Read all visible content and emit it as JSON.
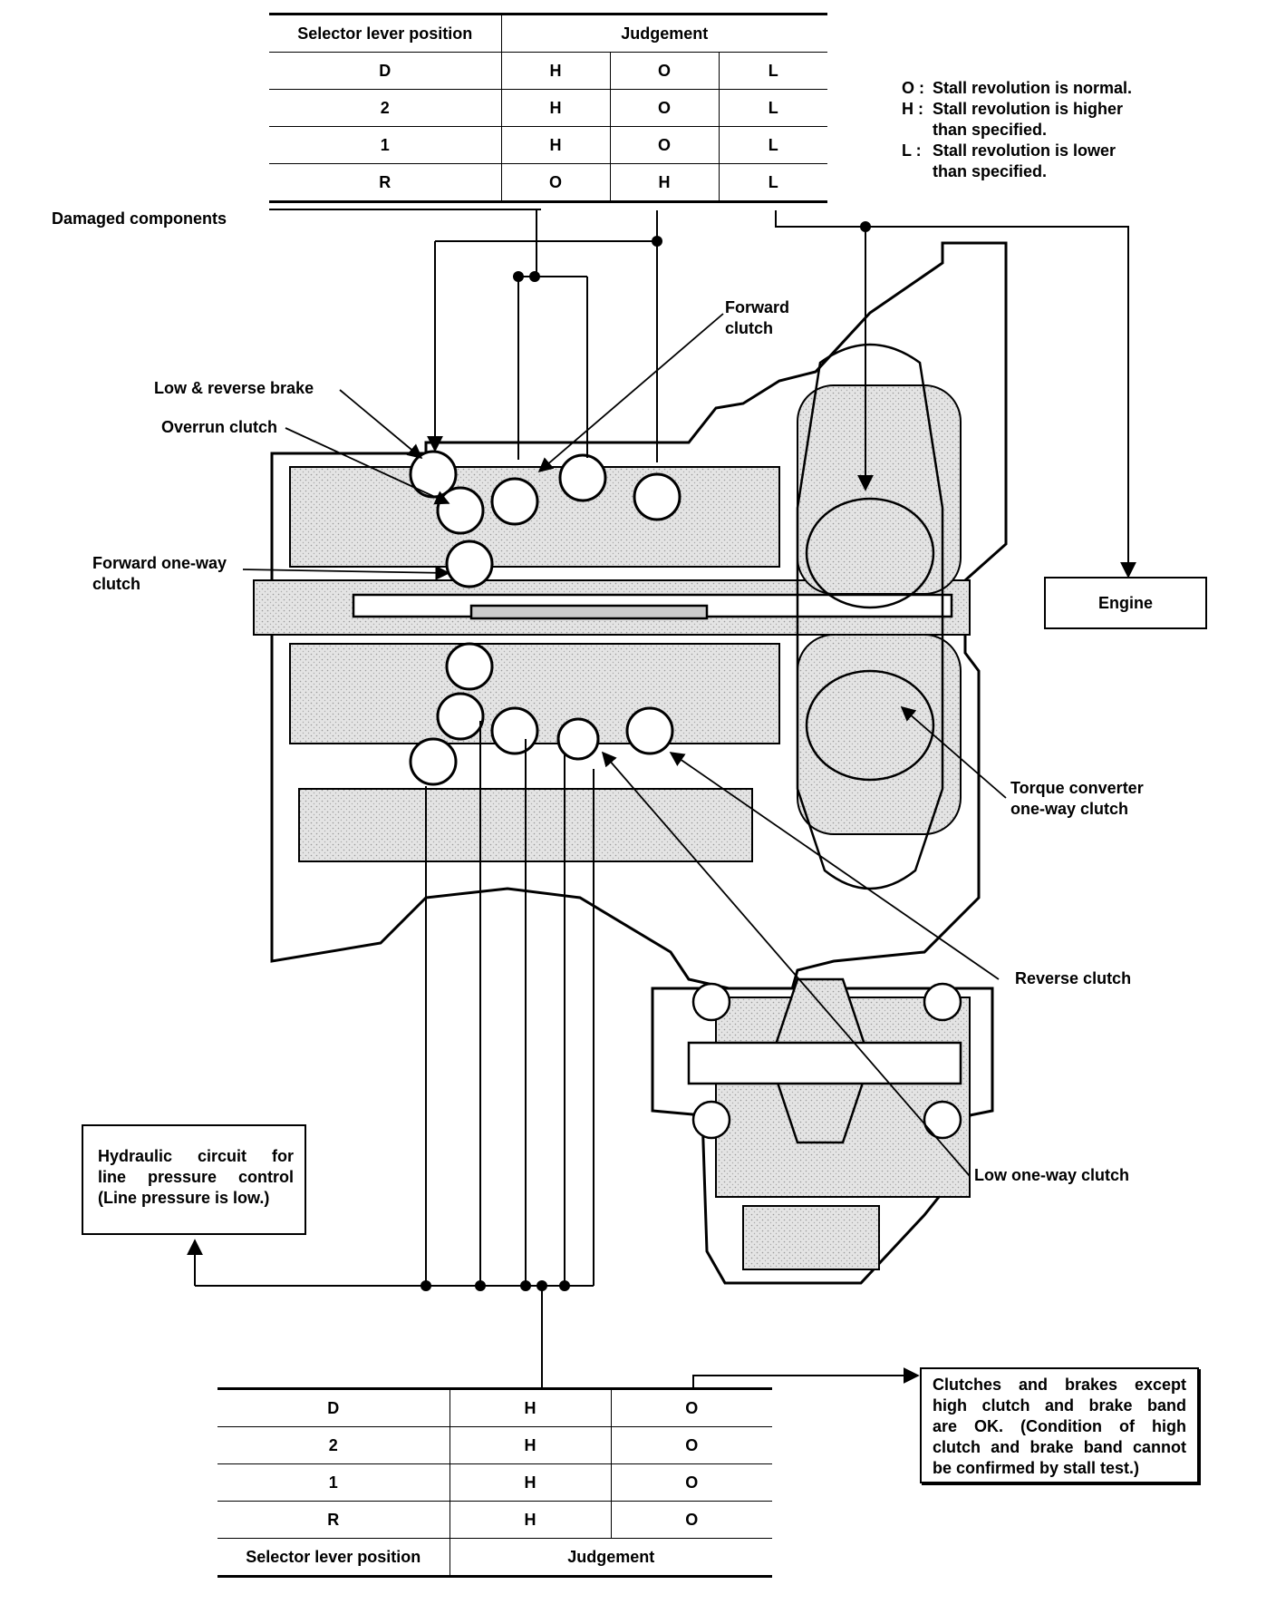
{
  "top_table": {
    "header_position": "Selector lever position",
    "header_judgement": "Judgement",
    "rows": [
      {
        "position": "D",
        "a": "H",
        "b": "O",
        "c": "L"
      },
      {
        "position": "2",
        "a": "H",
        "b": "O",
        "c": "L"
      },
      {
        "position": "1",
        "a": "H",
        "b": "O",
        "c": "L"
      },
      {
        "position": "R",
        "a": "O",
        "b": "H",
        "c": "L"
      }
    ]
  },
  "legend": [
    {
      "symbol": "O :",
      "lines": [
        "Stall revolution is normal."
      ]
    },
    {
      "symbol": "H :",
      "lines": [
        "Stall revolution is higher",
        "than specified."
      ]
    },
    {
      "symbol": "L :",
      "lines": [
        "Stall revolution is lower",
        "than specified."
      ]
    }
  ],
  "labels": {
    "damaged_components": "Damaged components",
    "forward_clutch": [
      "Forward",
      "clutch"
    ],
    "low_reverse_brake": "Low & reverse brake",
    "overrun_clutch": "Overrun clutch",
    "forward_one_way_clutch": [
      "Forward one-way",
      "clutch"
    ],
    "torque_converter_one_way_clutch": [
      "Torque converter",
      "one-way clutch"
    ],
    "reverse_clutch": "Reverse clutch",
    "low_one_way_clutch": "Low one-way clutch"
  },
  "engine_box": "Engine",
  "hydraulic_box": [
    "Hydraulic circuit for",
    "line pressure control",
    "(Line pressure is low.)"
  ],
  "ok_box": [
    "Clutches and brakes except",
    "high clutch and brake band",
    "are OK. (Condition of high",
    "clutch and brake band cannot",
    "be confirmed by stall test.)"
  ],
  "bottom_table": {
    "rows": [
      {
        "position": "D",
        "a": "H",
        "b": "O"
      },
      {
        "position": "2",
        "a": "H",
        "b": "O"
      },
      {
        "position": "1",
        "a": "H",
        "b": "O"
      },
      {
        "position": "R",
        "a": "H",
        "b": "O"
      }
    ],
    "footer_position": "Selector lever position",
    "footer_judgement": "Judgement"
  },
  "colors": {
    "ink": "#000000",
    "fill": "#d8d8d8",
    "paper": "#ffffff"
  }
}
